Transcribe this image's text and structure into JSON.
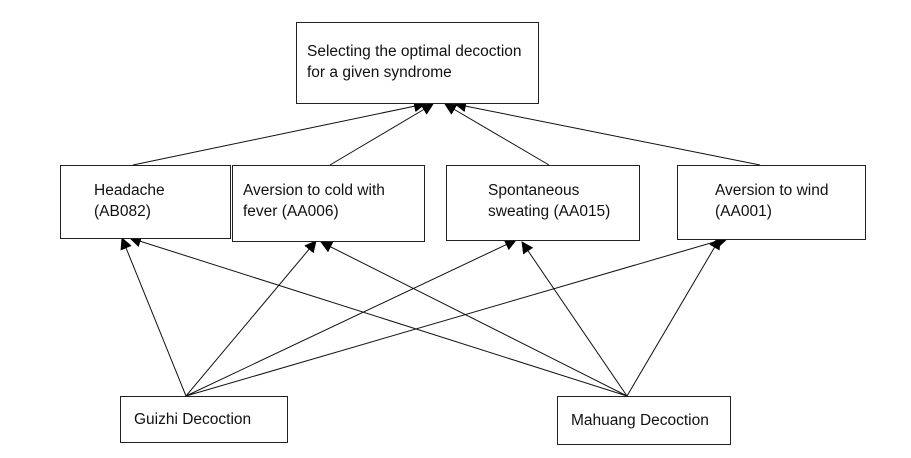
{
  "diagram": {
    "goal": {
      "label": "Selecting the optimal decoction\nfor a given syndrome"
    },
    "criteria": [
      {
        "id": "c1",
        "label": "Headache\n(AB082)"
      },
      {
        "id": "c2",
        "label": "Aversion to cold with\nfever (AA006)"
      },
      {
        "id": "c3",
        "label": "Spontaneous\nsweating (AA015)"
      },
      {
        "id": "c4",
        "label": "Aversion to wind\n(AA001)"
      }
    ],
    "alternatives": [
      {
        "id": "alt1",
        "label": "Guizhi Decoction"
      },
      {
        "id": "alt2",
        "label": "Mahuang Decoction"
      }
    ],
    "edges": [
      {
        "from": "c1",
        "to": "goal"
      },
      {
        "from": "c2",
        "to": "goal"
      },
      {
        "from": "c3",
        "to": "goal"
      },
      {
        "from": "c4",
        "to": "goal"
      },
      {
        "from": "alt1",
        "to": "c1"
      },
      {
        "from": "alt1",
        "to": "c2"
      },
      {
        "from": "alt1",
        "to": "c3"
      },
      {
        "from": "alt1",
        "to": "c4"
      },
      {
        "from": "alt2",
        "to": "c1"
      },
      {
        "from": "alt2",
        "to": "c2"
      },
      {
        "from": "alt2",
        "to": "c3"
      },
      {
        "from": "alt2",
        "to": "c4"
      }
    ]
  }
}
